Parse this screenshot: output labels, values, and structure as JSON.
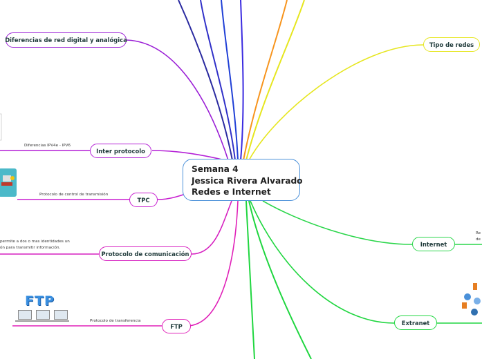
{
  "central": {
    "line1": "Semana 4",
    "line2": "Jessica Rivera Alvarado",
    "line3": "Redes e Internet"
  },
  "topics": {
    "diferencias": "Diferencias de red digital y analógica",
    "inter_protocolo": "Inter protocolo",
    "tpc": "TPC",
    "protocolo_comunicacion": "Protocolo de comunicación",
    "ftp": "FTP",
    "tipo_redes": "Tipo de redes",
    "internet": "Internet",
    "extranet": "Extranet"
  },
  "notes": {
    "ipv": "Diferencias IPV4e - IPV6",
    "tpc": "Protocolo de control de transmisión",
    "comunicacion_1": "permite a dos o mas identidades un",
    "comunicacion_2": "ón para transmitir información.",
    "ftp": "Protocolo de transferencia",
    "internet_1": "Re",
    "internet_2": "de i"
  },
  "images": {
    "ftp_logo": "FTP"
  },
  "colors": {
    "purple": "#9b1fd6",
    "blue": "#1f3fd6",
    "navy": "#2a2aa0",
    "magenta": "#e01fb8",
    "orange": "#f7941d",
    "yellow": "#e6e61f",
    "green": "#1fd63f",
    "central_border": "#4a90d9"
  }
}
